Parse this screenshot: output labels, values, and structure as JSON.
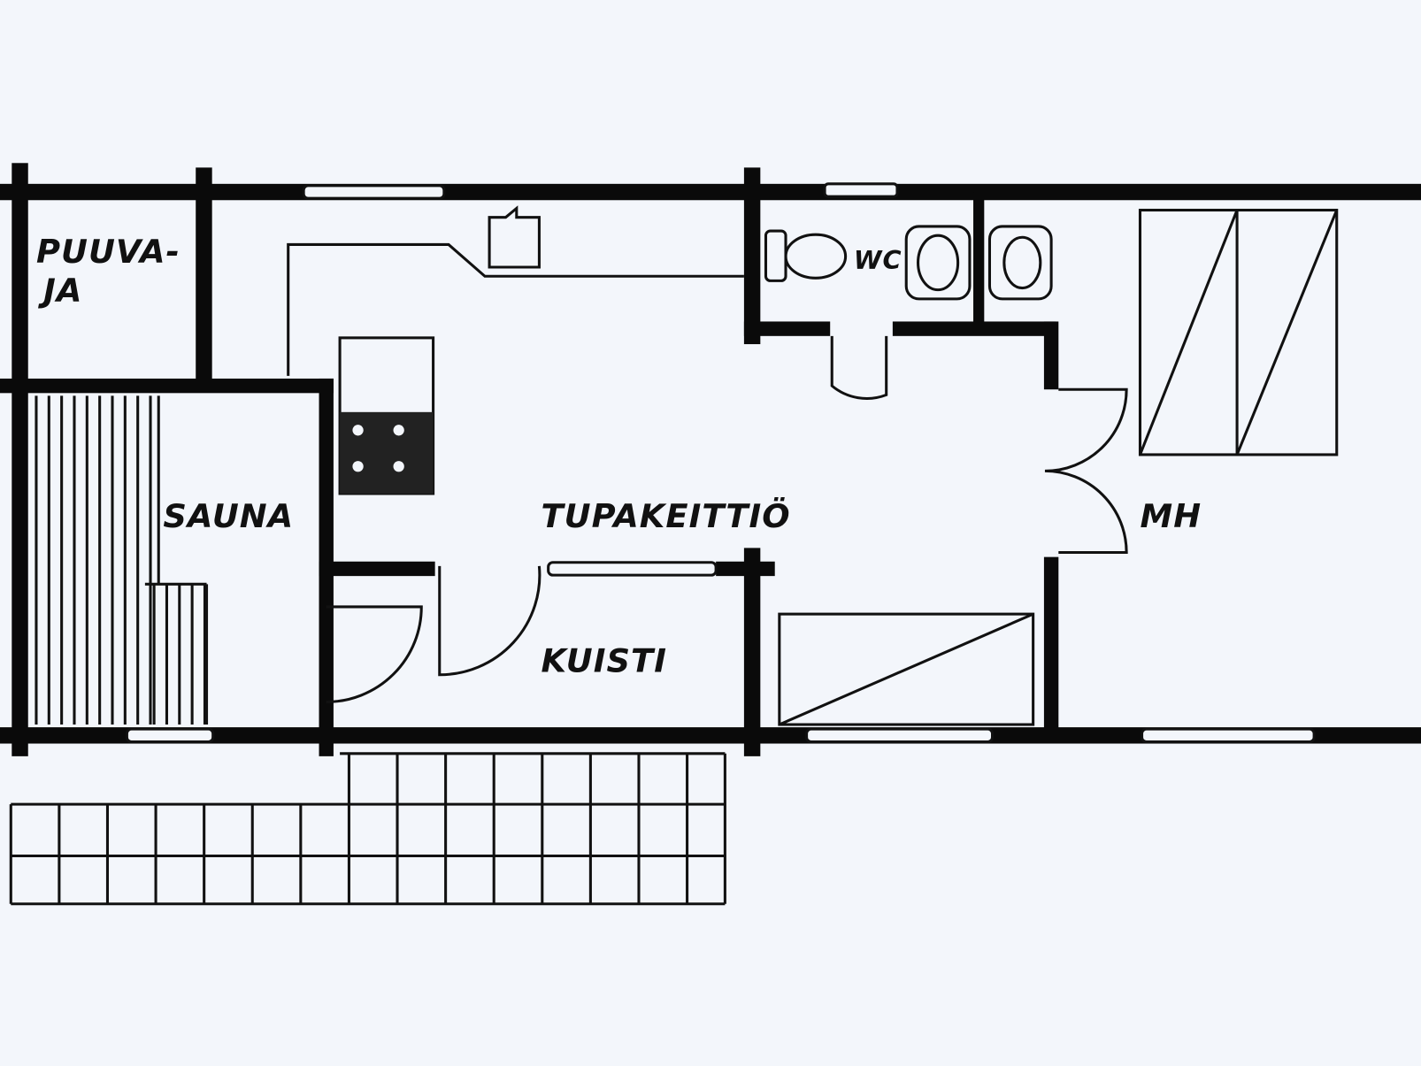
{
  "rooms": {
    "puuvaja_line1": "PUUVA-",
    "puuvaja_line2": "JA",
    "sauna": "SAUNA",
    "tupakeittio": "TUPAKEITTIÖ",
    "kuisti": "KUISTI",
    "wc": "WC",
    "mh": "MH"
  },
  "colors": {
    "background": "#f3f6fb",
    "lines": "#0a0a0a"
  }
}
